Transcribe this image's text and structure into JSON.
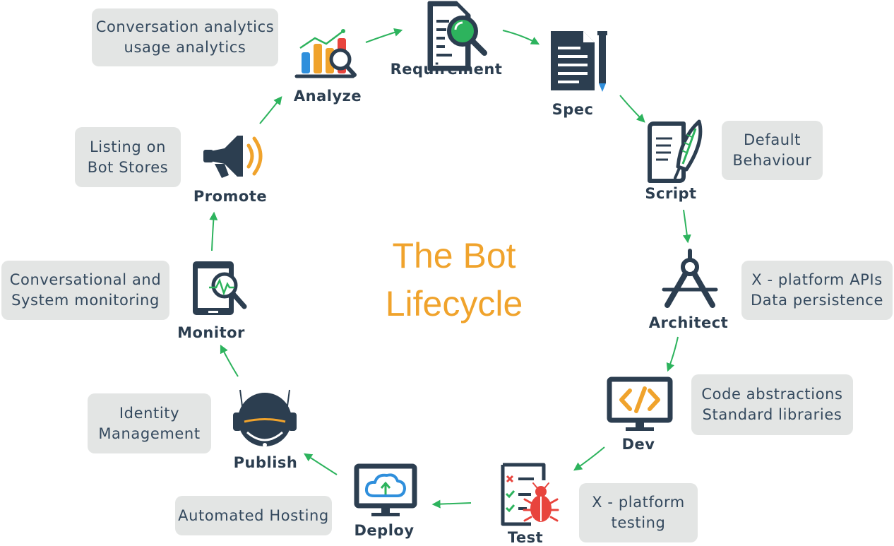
{
  "title_lines": [
    "The Bot",
    "Lifecycle"
  ],
  "colors": {
    "dark": "#2c3e50",
    "accent": "#f0a32c",
    "green": "#2db35d",
    "note_bg": "#e3e5e4",
    "red": "#e8443d",
    "blue": "#2f8fdc"
  },
  "stages": {
    "analyze": "Analyze",
    "requirement": "Requirement",
    "spec": "Spec",
    "script": "Script",
    "architect": "Architect",
    "dev": "Dev",
    "test": "Test",
    "deploy": "Deploy",
    "publish": "Publish",
    "monitor": "Monitor",
    "promote": "Promote"
  },
  "notes": {
    "analyze": [
      "Conversation analytics",
      "usage analytics"
    ],
    "script": [
      "Default",
      "Behaviour"
    ],
    "architect": [
      "X - platform APIs",
      "Data persistence"
    ],
    "dev": [
      "Code abstractions",
      "Standard libraries"
    ],
    "test": [
      "X - platform",
      "testing"
    ],
    "deploy": [
      "Automated Hosting"
    ],
    "publish": [
      "Identity",
      "Management"
    ],
    "monitor": [
      "Conversational and",
      "System monitoring"
    ],
    "promote": [
      "Listing on",
      "Bot Stores"
    ]
  },
  "icons": {
    "analyze": "bar-chart-magnifier-icon",
    "requirement": "document-magnifier-icon",
    "spec": "document-pencil-icon",
    "script": "document-quill-icon",
    "architect": "compass-icon",
    "dev": "code-monitor-icon",
    "test": "checklist-bug-icon",
    "deploy": "cloud-upload-monitor-icon",
    "publish": "robot-head-icon",
    "monitor": "tablet-magnifier-icon",
    "promote": "megaphone-icon"
  }
}
